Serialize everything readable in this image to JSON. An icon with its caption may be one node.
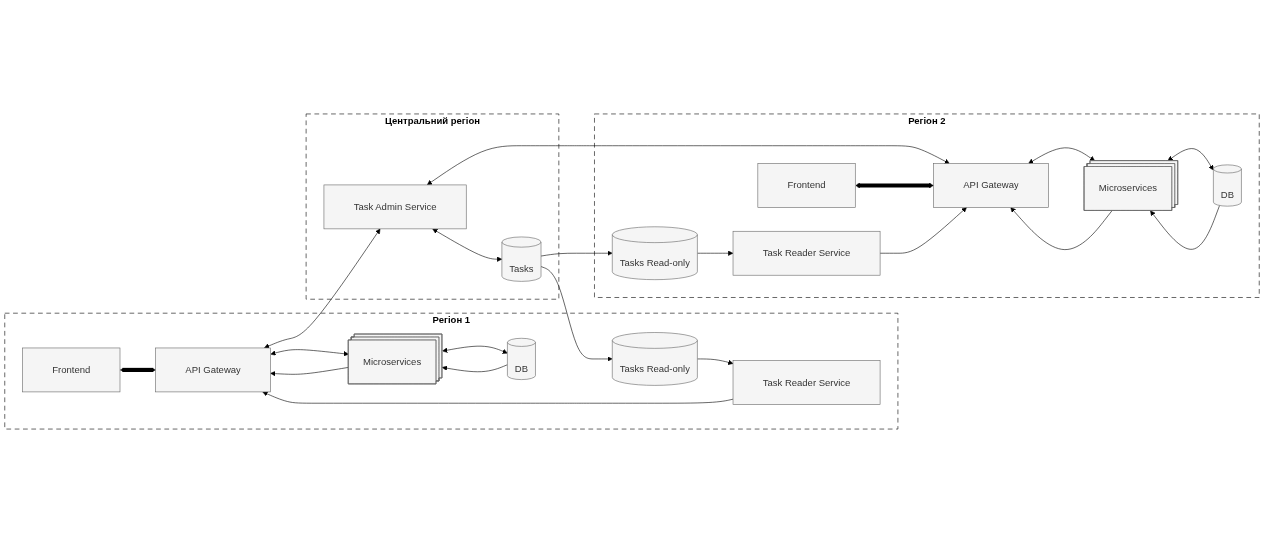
{
  "diagram": {
    "nodes": [
      {
        "text": [
          "Регіон 1"
        ]
      },
      {
        "text": [
          "Frontend"
        ],
        "in": 0
      },
      {
        "text": [
          "API Gateway"
        ],
        "in": 0
      },
      {
        "text": [
          "Microservices"
        ],
        "in": 0
      },
      {
        "text": [
          "Task Reader Service"
        ],
        "in": 0
      },
      {
        "text": [
          "DB"
        ],
        "in": 0
      },
      {
        "text": [
          "Tasks Read-only"
        ],
        "in": 0
      },
      {
        "text": [
          "Центральний регіон"
        ]
      },
      {
        "text": [
          "Task Admin Service"
        ],
        "in": 7
      },
      {
        "text": [
          "Tasks"
        ],
        "in": 7
      },
      {
        "text": [
          "Регіон 2"
        ]
      },
      {
        "text": [
          "Frontend"
        ],
        "in": 10
      },
      {
        "text": [
          "API Gateway"
        ],
        "in": 10
      },
      {
        "text": [
          "Task Reader Service"
        ],
        "in": 10
      },
      {
        "text": [
          "Microservices"
        ],
        "in": 10
      },
      {
        "text": [
          "DB"
        ],
        "in": 10
      },
      {
        "text": [
          "Tasks Read-only"
        ],
        "in": 10
      }
    ],
    "edges": [
      {
        "from": 1,
        "to": 2,
        "arrow": "both",
        "style": "thick"
      },
      {
        "from": 2,
        "to": 3,
        "arrow": "both"
      },
      {
        "from": 3,
        "to": 2,
        "arrow": "to"
      },
      {
        "from": 3,
        "to": 5,
        "arrow": "both"
      },
      {
        "from": 5,
        "to": 3,
        "arrow": "to"
      },
      {
        "from": 6,
        "to": 4,
        "arrow": "to"
      },
      {
        "from": 4,
        "to": 2,
        "arrow": "to"
      },
      {
        "from": 2,
        "to": 8,
        "arrow": "both"
      },
      {
        "from": 8,
        "to": 12,
        "arrow": "both"
      },
      {
        "from": 8,
        "to": 9,
        "arrow": "both"
      },
      {
        "from": 9,
        "to": 6,
        "arrow": "to"
      },
      {
        "from": 9,
        "to": 16,
        "arrow": "to"
      },
      {
        "from": 11,
        "to": 12,
        "arrow": "both",
        "style": "thick"
      },
      {
        "from": 12,
        "to": 14,
        "arrow": "both"
      },
      {
        "from": 14,
        "to": 12,
        "arrow": "to"
      },
      {
        "from": 14,
        "to": 15,
        "arrow": "both"
      },
      {
        "from": 15,
        "to": 14,
        "arrow": "to"
      },
      {
        "from": 16,
        "to": 13,
        "arrow": "to"
      },
      {
        "from": 13,
        "to": 12,
        "arrow": "to"
      }
    ]
  }
}
